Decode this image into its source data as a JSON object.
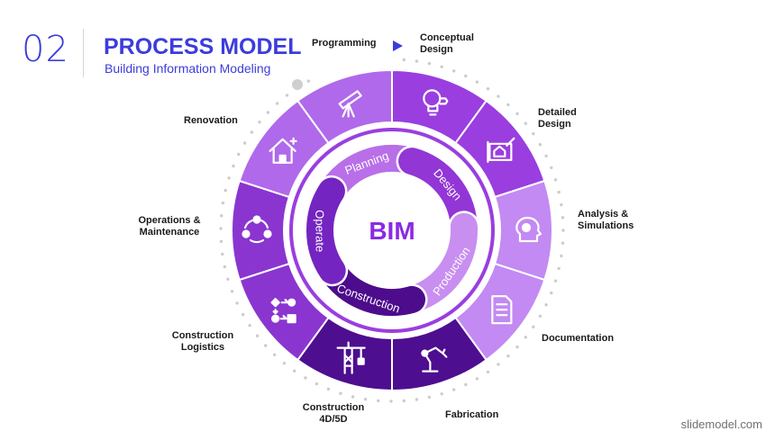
{
  "header": {
    "number": "02",
    "title": "PROCESS MODEL",
    "subtitle": "Building Information Modeling"
  },
  "center": {
    "label": "BIM"
  },
  "inner_stages": [
    {
      "id": "planning",
      "label": "Planning",
      "color": "#b86fe8"
    },
    {
      "id": "design",
      "label": "Design",
      "color": "#9236d6"
    },
    {
      "id": "production",
      "label": "Production",
      "color": "#c88ef0"
    },
    {
      "id": "construction",
      "label": "Construction",
      "color": "#4d0c8c"
    },
    {
      "id": "operate",
      "label": "Operate",
      "color": "#7424c0"
    }
  ],
  "outer_segments": [
    {
      "id": "conceptual-design",
      "label_lines": [
        "Conceptual",
        "Design"
      ],
      "icon": "lightbulb-icon",
      "color": "#9a3ee0"
    },
    {
      "id": "detailed-design",
      "label_lines": [
        "Detailed",
        "Design"
      ],
      "icon": "blueprint-icon",
      "color": "#9a3ee0"
    },
    {
      "id": "analysis-simulations",
      "label_lines": [
        "Analysis &",
        "Simulations"
      ],
      "icon": "head-analysis-icon",
      "color": "#c28af2"
    },
    {
      "id": "documentation",
      "label_lines": [
        "Documentation"
      ],
      "icon": "document-icon",
      "color": "#c28af2"
    },
    {
      "id": "fabrication",
      "label_lines": [
        "Fabrication"
      ],
      "icon": "robot-arm-icon",
      "color": "#4e0e90"
    },
    {
      "id": "construction-4d5d",
      "label_lines": [
        "Construction",
        "4D/5D"
      ],
      "icon": "crane-icon",
      "color": "#4e0e90"
    },
    {
      "id": "construction-logistics",
      "label_lines": [
        "Construction",
        "Logistics"
      ],
      "icon": "flow-icon",
      "color": "#8a35d0"
    },
    {
      "id": "operations-maintenance",
      "label_lines": [
        "Operations &",
        "Maintenance"
      ],
      "icon": "cycle-icon",
      "color": "#8a35d0"
    },
    {
      "id": "renovation",
      "label_lines": [
        "Renovation"
      ],
      "icon": "house-icon",
      "color": "#b069ea"
    },
    {
      "id": "programming",
      "label_lines": [
        "Programming"
      ],
      "icon": "telescope-icon",
      "color": "#b069ea"
    }
  ],
  "colors": {
    "accent": "#3c3cdc",
    "dots": "#cccccc"
  },
  "footer": {
    "credit": "slidemodel.com"
  }
}
